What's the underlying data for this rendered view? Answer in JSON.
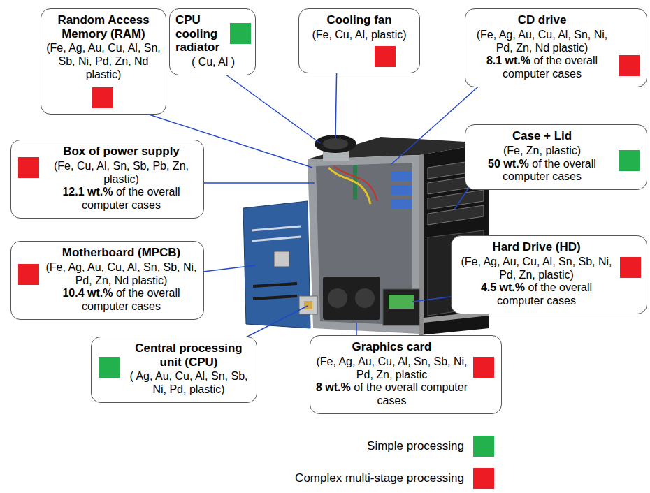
{
  "diagram": {
    "nodes": [
      {
        "text": [
          "Random Access Memory (RAM)",
          "(Fe, Ag, Au, Cu, Al, Sn, Sb, Ni, Pd, Zn, Nd plastic)"
        ]
      },
      {
        "text": [
          "CPU cooling radiator",
          "( Cu, Al )"
        ]
      },
      {
        "text": [
          "Cooling fan",
          "(Fe, Cu, Al, plastic)"
        ]
      },
      {
        "text": [
          "CD drive",
          "(Fe, Ag, Au, Cu, Al, Sn, Ni, Pd, Zn, Nd plastic)",
          "8.1 wt.%",
          "of the overall computer cases"
        ]
      },
      {
        "text": [
          "Case + Lid",
          "(Fe, Zn, plastic)",
          "50 wt.%",
          "of the overall computer cases"
        ]
      },
      {
        "text": [
          "Box of power supply",
          "(Fe, Cu, Al, Sn, Sb, Pb, Zn, plastic)",
          "12.1 wt.%",
          "of the overall computer cases"
        ]
      },
      {
        "text": [
          "Motherboard (MPCB)",
          "(Fe, Ag, Au, Cu, Al, Sn, Sb, Ni, Pd, Zn, Nd plastic)",
          "10.4 wt.%",
          "of the overall computer cases"
        ]
      },
      {
        "text": [
          "Hard Drive (HD)",
          "(Fe, Ag, Au, Cu, Al, Sn, Sb, Ni, Pd, Zn, plastic)",
          "4.5 wt.%",
          "of the overall computer cases"
        ]
      },
      {
        "text": [
          "Central processing unit (CPU)",
          "( Ag, Au, Cu, Al, Sn, Sb, Ni, Pd, plastic)"
        ]
      },
      {
        "text": [
          "Graphics card",
          "(Fe, Ag, Au, Cu, Al, Sn, Sb, Ni, Pd, Zn, plastic",
          "8 wt.%",
          "of the overall computer cases"
        ]
      }
    ],
    "legend": [
      {
        "text": "Simple processing",
        "color": "#22b14c"
      },
      {
        "text": "Complex multi-stage processing",
        "color": "#ed1c24"
      }
    ]
  }
}
